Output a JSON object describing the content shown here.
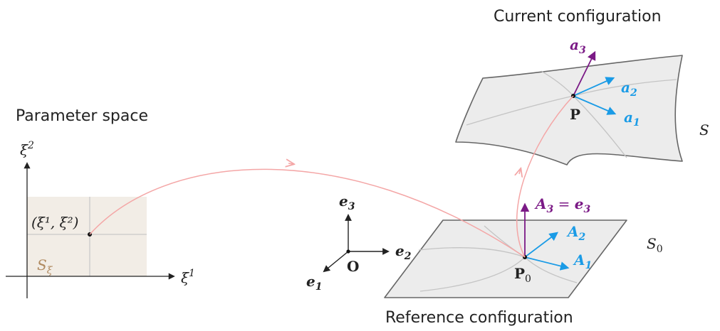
{
  "labels": {
    "current_configuration": "Current configuration",
    "parameter_space": "Parameter space",
    "reference_configuration": "Reference configuration"
  },
  "param": {
    "xi2_base": "ξ",
    "xi2_sup": "2",
    "xi1_base": "ξ",
    "xi1_sup": "1",
    "point_label": "(ξ¹, ξ²)",
    "domain_base": "S",
    "domain_sub": "ξ"
  },
  "frame": {
    "e3_base": "e",
    "e3_sub": "3",
    "e2_base": "e",
    "e2_sub": "2",
    "e1_base": "e",
    "e1_sub": "1",
    "origin": "O"
  },
  "reference": {
    "A3_base": "A",
    "A3_sub": "3",
    "A3_eq": " = ",
    "A3_e": "e",
    "A3_esub": "3",
    "A2_base": "A",
    "A2_sub": "2",
    "A1_base": "A",
    "A1_sub": "1",
    "P0_base": "P",
    "P0_sub": "0",
    "S0_base": "S",
    "S0_sub": "0"
  },
  "current": {
    "a3_base": "a",
    "a3_sub": "3",
    "a2_base": "a",
    "a2_sub": "2",
    "a1_base": "a",
    "a1_sub": "1",
    "P": "P",
    "S": "S"
  },
  "colors": {
    "mapping_arrow": "#f4a6a6",
    "normal_vector": "#7b1a86",
    "tangent_vector": "#1a9be6",
    "domain_fill": "#f2ede6",
    "domain_label": "#b08a60",
    "surface_fill": "#ececec",
    "surface_edge": "#666666"
  }
}
